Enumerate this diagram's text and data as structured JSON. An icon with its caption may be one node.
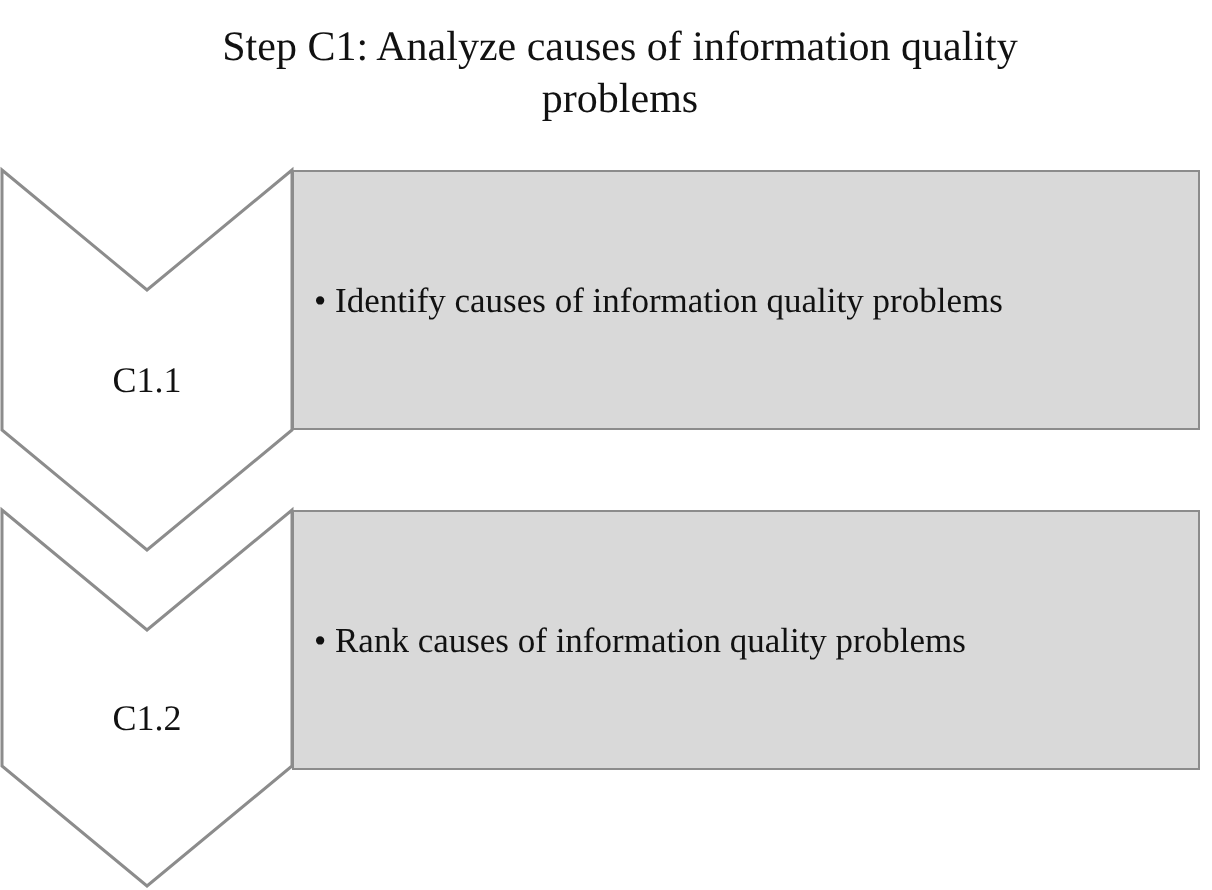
{
  "diagram": {
    "title": "Step C1: Analyze causes of information quality problems",
    "nodes": [
      {
        "text": [
          "C1.1"
        ]
      },
      {
        "text": [
          "• Identify causes of information quality problems"
        ]
      },
      {
        "text": [
          "C1.2"
        ]
      },
      {
        "text": [
          "• Rank causes of information quality problems"
        ]
      }
    ]
  }
}
